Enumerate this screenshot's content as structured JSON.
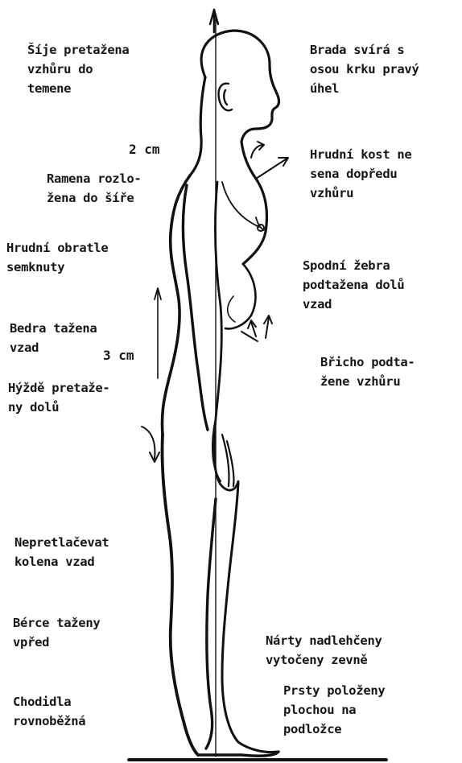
{
  "labels": {
    "sije": "Šíje pretažena\nvzhůru do\ntemene",
    "brada": "Brada svírá s\nosou krku pravý\núhel",
    "ramena": "Ramena rozlo-\nžena do šíře",
    "hrudni_kost": "Hrudní kost ne\nsena dopředu\nvzhůru",
    "obratle": "Hrudní obratle\nsemknuty",
    "zebra": "Spodní žebra\npodtažena dolů\nvzad",
    "bedra": "Bedra tažena\nvzad",
    "briche": "Břicho podta-\nžene vzhůru",
    "hyzde": "Hýždě pretaže-\nny dolů",
    "kolena": "Nepretlačevat\nkolena vzad",
    "berce": "Bérce taženy\nvpřed",
    "narty": "Nárty nadlehčeny\nvytočeny zevně",
    "chodidla": "Chodidla\nrovnoběžná",
    "prsty": "Prsty položeny\nplochou na\npodložce"
  },
  "measurements": {
    "top": "2 cm",
    "middle": "3 cm"
  }
}
